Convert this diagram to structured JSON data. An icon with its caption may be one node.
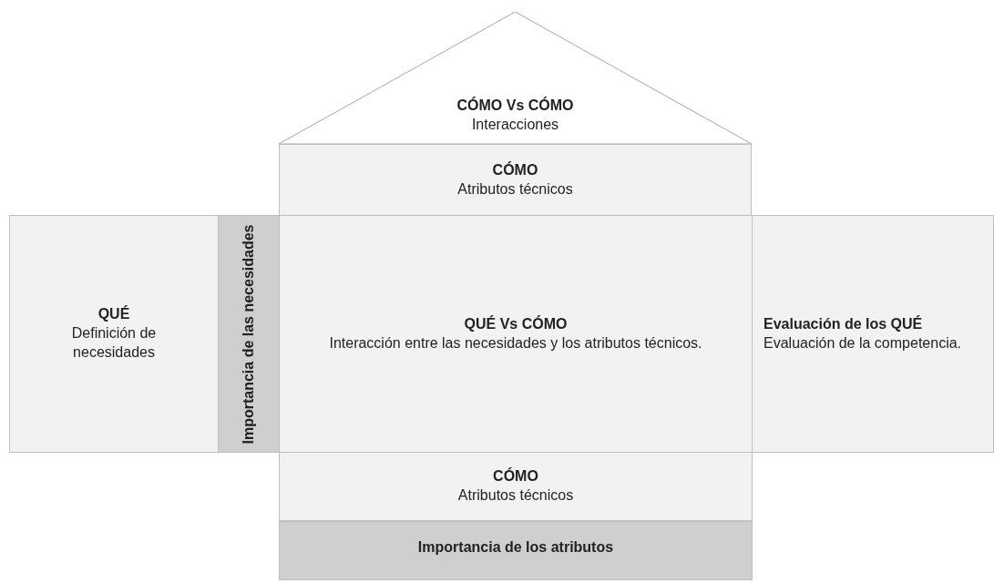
{
  "diagram": {
    "nodes": [
      {
        "text": [
          "CÓMO Vs CÓMO",
          "Interacciones"
        ]
      },
      {
        "text": [
          "CÓMO",
          "Atributos técnicos"
        ]
      },
      {
        "text": [
          "QUÉ",
          "Definición de necesidades"
        ]
      },
      {
        "text": [
          "Importancia de las necesidades"
        ]
      },
      {
        "text": [
          "QUÉ Vs CÓMO",
          "Interacción entre las necesidades y los atributos técnicos."
        ]
      },
      {
        "text": [
          "Evaluación de los QUÉ",
          "Evaluación de la competencia."
        ]
      },
      {
        "text": [
          "CÓMO",
          "Atributos técnicos"
        ]
      },
      {
        "text": [
          "Importancia de los atributos"
        ]
      }
    ]
  }
}
